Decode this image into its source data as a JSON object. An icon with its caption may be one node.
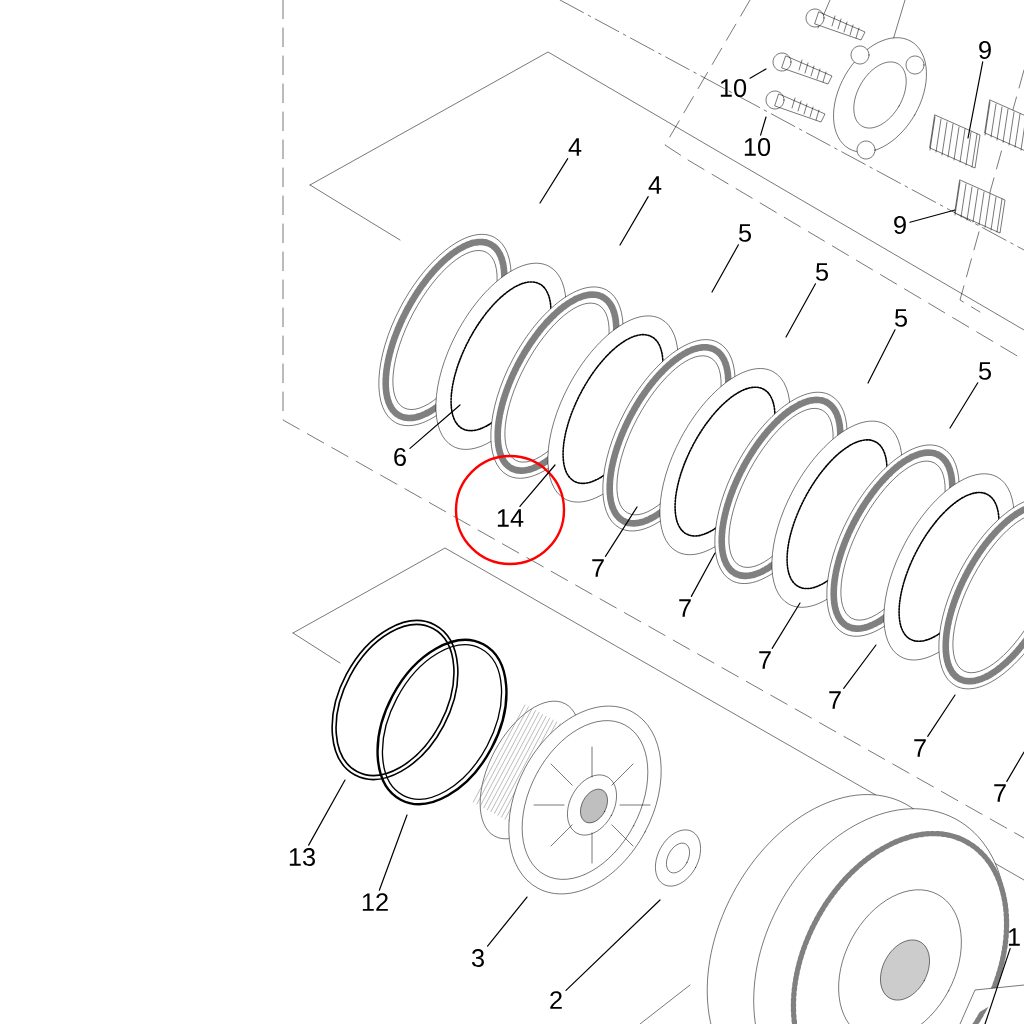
{
  "diagram": {
    "nodes": [
      {
        "text": [
          "9"
        ]
      },
      {
        "text": [
          "10"
        ]
      },
      {
        "text": [
          "4"
        ]
      },
      {
        "text": [
          "10"
        ]
      },
      {
        "text": [
          "4"
        ]
      },
      {
        "text": [
          "9"
        ]
      },
      {
        "text": [
          "5"
        ]
      },
      {
        "text": [
          "5"
        ]
      },
      {
        "text": [
          "5"
        ]
      },
      {
        "text": [
          "5"
        ]
      },
      {
        "text": [
          "6"
        ]
      },
      {
        "text": [
          "14"
        ]
      },
      {
        "text": [
          "7"
        ]
      },
      {
        "text": [
          "7"
        ]
      },
      {
        "text": [
          "7"
        ]
      },
      {
        "text": [
          "7"
        ]
      },
      {
        "text": [
          "7"
        ]
      },
      {
        "text": [
          "7"
        ]
      },
      {
        "text": [
          "13"
        ]
      },
      {
        "text": [
          "1"
        ]
      },
      {
        "text": [
          "12"
        ]
      },
      {
        "text": [
          "3"
        ]
      },
      {
        "text": [
          "2"
        ]
      }
    ],
    "edges": [
      {
        "from": 0,
        "to": null,
        "arrow": "none"
      },
      {
        "from": 1,
        "to": null,
        "arrow": "none"
      },
      {
        "from": 2,
        "to": null,
        "arrow": "none"
      },
      {
        "from": 3,
        "to": null,
        "arrow": "none"
      },
      {
        "from": 4,
        "to": null,
        "arrow": "none"
      },
      {
        "from": 5,
        "to": null,
        "arrow": "none"
      },
      {
        "from": 6,
        "to": null,
        "arrow": "none"
      },
      {
        "from": 7,
        "to": null,
        "arrow": "none"
      },
      {
        "from": 8,
        "to": null,
        "arrow": "none"
      },
      {
        "from": 9,
        "to": null,
        "arrow": "none"
      },
      {
        "from": 10,
        "to": null,
        "arrow": "none"
      },
      {
        "from": 11,
        "to": null,
        "arrow": "none"
      },
      {
        "from": 12,
        "to": null,
        "arrow": "none"
      },
      {
        "from": 13,
        "to": null,
        "arrow": "none"
      },
      {
        "from": 14,
        "to": null,
        "arrow": "none"
      },
      {
        "from": 15,
        "to": null,
        "arrow": "none"
      },
      {
        "from": 16,
        "to": null,
        "arrow": "none"
      },
      {
        "from": 17,
        "to": null,
        "arrow": "none"
      },
      {
        "from": 18,
        "to": null,
        "arrow": "none"
      },
      {
        "from": 19,
        "to": null,
        "arrow": "none"
      },
      {
        "from": 20,
        "to": null,
        "arrow": "none"
      },
      {
        "from": 21,
        "to": null,
        "arrow": "none"
      },
      {
        "from": 22,
        "to": null,
        "arrow": "none"
      }
    ]
  }
}
